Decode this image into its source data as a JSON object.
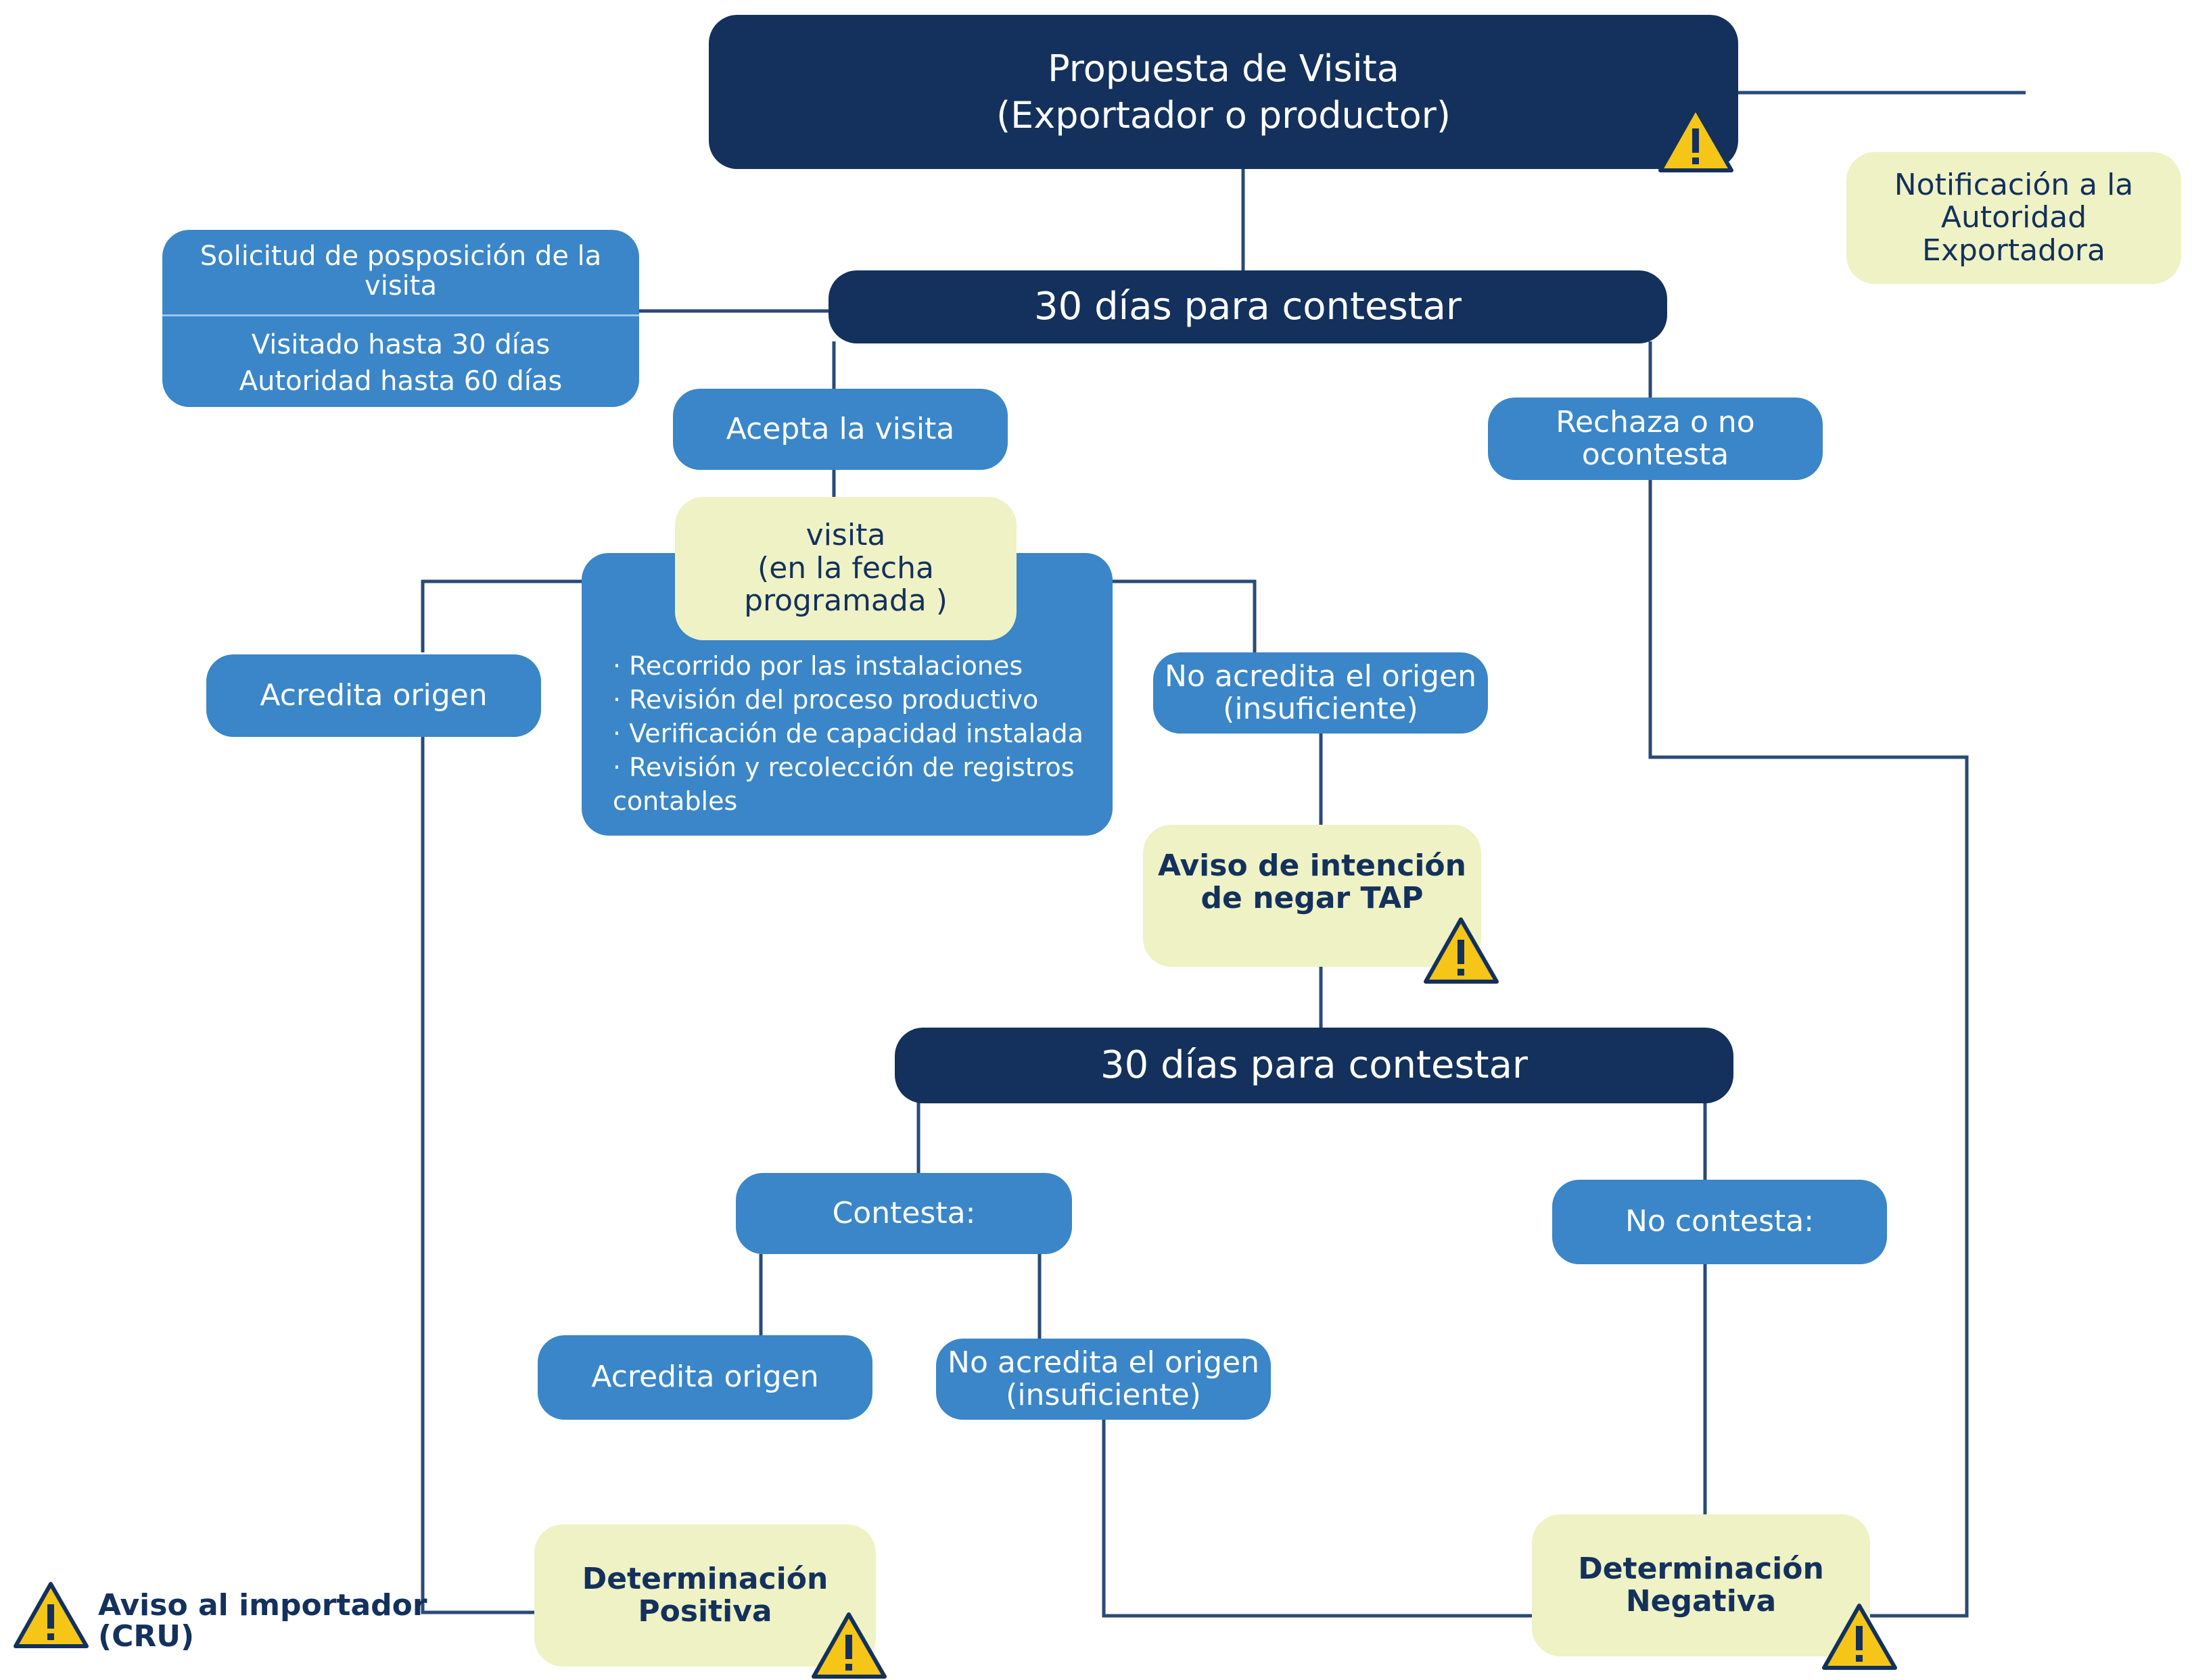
{
  "nodes": {
    "propuesta_line1": "Propuesta de Visita",
    "propuesta_line2": "(Exportador o productor)",
    "notificacion": "Notificación a la Autoridad Exportadora",
    "plazo_1": "30 días para contestar",
    "solicitud_title": "Solicitud de posposición de la visita",
    "solicitud_line1": "Visitado hasta 30 días",
    "solicitud_line2": "Autoridad hasta 60 días",
    "acepta": "Acepta la visita",
    "rechaza": "Rechaza o no ocontesta",
    "visita_line1": "visita",
    "visita_line2": "(en la fecha programada )",
    "activities": [
      "Recorrido por las instalaciones",
      "Revisión del proceso productivo",
      "Verificación de capacidad instalada",
      "Revisión y recolección de registros contables"
    ],
    "acredita_1": "Acredita origen",
    "no_acredita_1_line1": "No acredita el origen",
    "no_acredita_1_line2": "(insuficiente)",
    "aviso_intencion": "Aviso de intención de negar TAP",
    "plazo_2": "30 días para contestar",
    "contesta": "Contesta:",
    "no_contesta": "No contesta:",
    "acredita_2": "Acredita origen",
    "no_acredita_2_line1": "No acredita el origen",
    "no_acredita_2_line2": "(insuficiente)",
    "det_positiva": "Determinación Positiva",
    "det_negativa": "Determinación Negativa"
  },
  "legend": {
    "line1": "Aviso al importador",
    "line2": "(CRU)",
    "icon": "warning-icon"
  },
  "colors": {
    "dark_navy": "#13315c",
    "blue": "#3a86c8",
    "cream": "#eef2c5",
    "warning_yellow": "#f5c518"
  }
}
